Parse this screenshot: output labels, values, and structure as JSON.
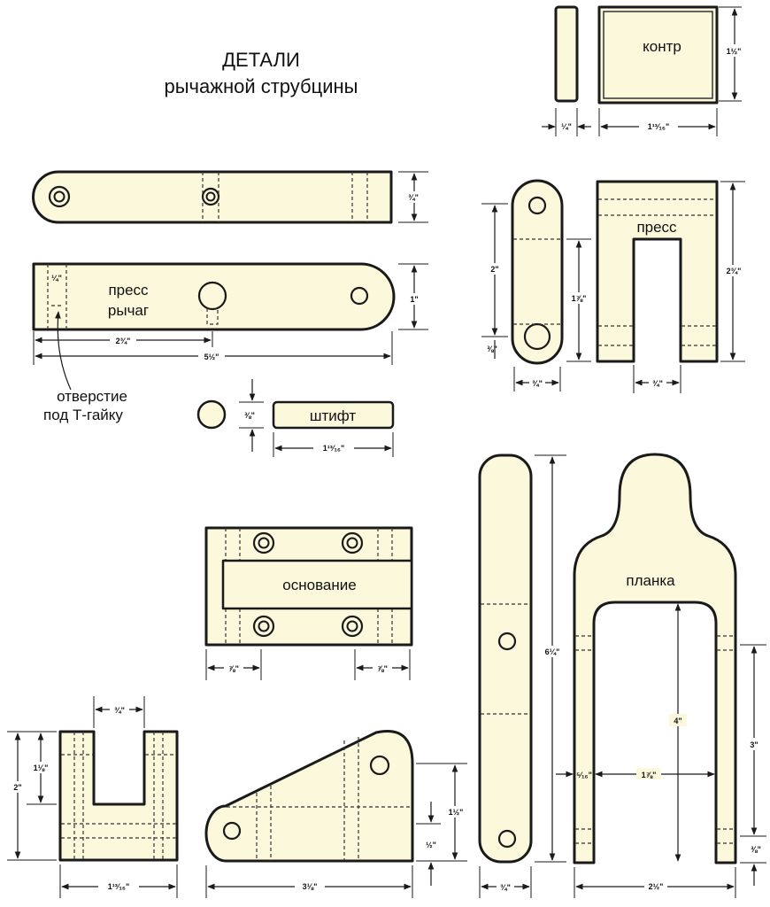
{
  "title": {
    "line1": "ДЕТАЛИ",
    "line2": "рычажной струбцины"
  },
  "labels": {
    "kontr": "контр",
    "press": "пресс",
    "press_lever_1": "пресс",
    "press_lever_2": "рычаг",
    "t_nut_1": "отверстие",
    "t_nut_2": "под Т-гайку",
    "pin": "штифт",
    "base": "основание",
    "bar": "планка"
  },
  "dims": {
    "kontr_height": "1½\"",
    "kontr_thickness": "¼\"",
    "kontr_width": "1¹³⁄₁₆\"",
    "lever_top_height": "¾\"",
    "lever_slot_inset": "¼\"",
    "lever_height": "1\"",
    "lever_pos_a": "2¾\"",
    "lever_length": "5½\"",
    "link_length": "2\"",
    "link_inner": "1⅞\"",
    "link_end": "⅜\"",
    "link_width": "¾\"",
    "press_height": "2¾\"",
    "press_slot": "¾\"",
    "pin_diameter": "⅜\"",
    "pin_length": "1¹³⁄₁₆\"",
    "base_inset_left": "⅞\"",
    "base_inset_right": "⅞\"",
    "u_slot": "¾\"",
    "u_height": "2\"",
    "u_slot_depth": "1⅛\"",
    "u_width": "1¹³⁄₁₆\"",
    "wedge_height": "1½\"",
    "wedge_low": "½\"",
    "wedge_length": "3⅛\"",
    "strip_length": "6¼\"",
    "strip_width": "¾\"",
    "bar_inner": "4\"",
    "bar_leg_gap": "1⅞\"",
    "bar_leg": "⁵⁄₁₆\"",
    "bar_leg_height": "3\"",
    "bar_foot": "⅜\"",
    "bar_width": "2½\""
  }
}
